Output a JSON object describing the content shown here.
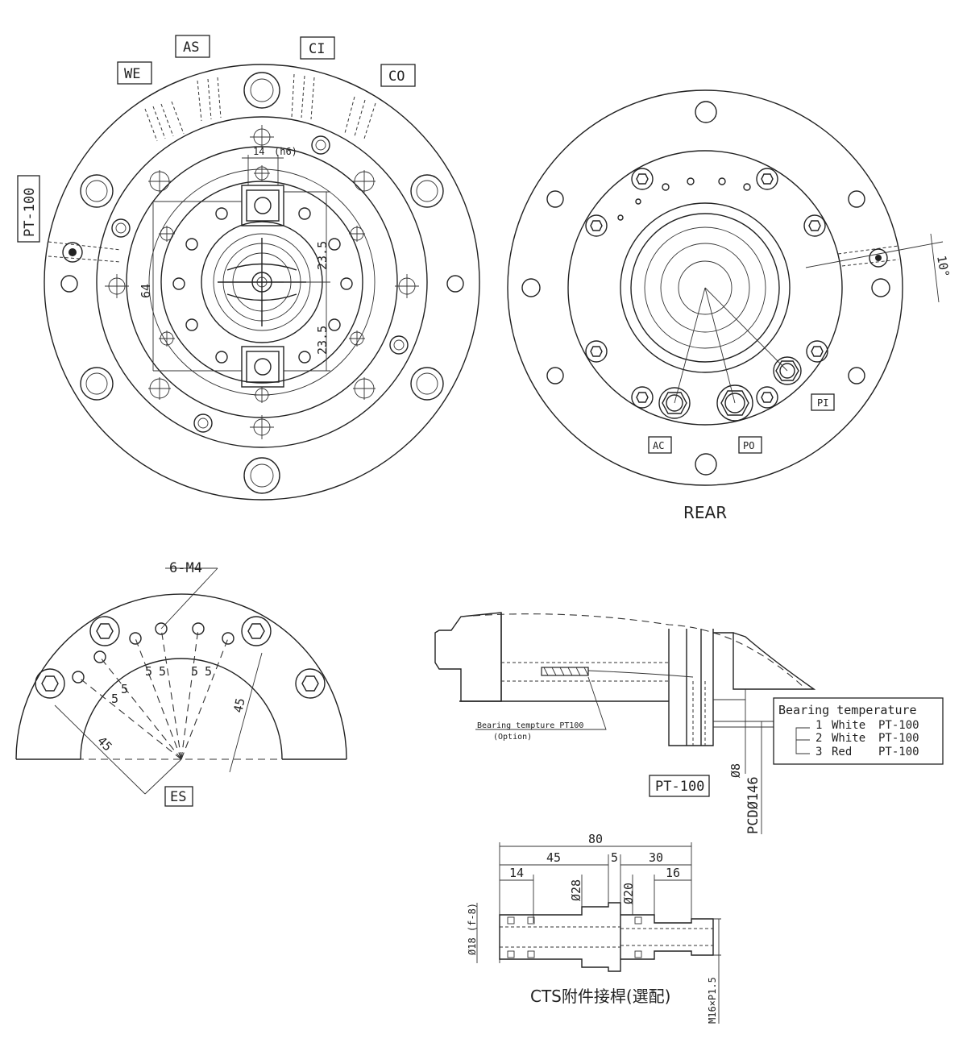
{
  "front_view": {
    "port_labels": [
      "WE",
      "AS",
      "CI",
      "CO"
    ],
    "pt100_label": "PT-100",
    "dims": {
      "d64": "64",
      "d23_5_top": "23.5",
      "d23_5_bottom": "23.5",
      "d14": "14",
      "fit": "(h6)"
    }
  },
  "rear_view": {
    "title": "REAR",
    "port_labels": [
      "AC",
      "PO",
      "PI"
    ],
    "angle": "10°"
  },
  "sector_view": {
    "thread_label": "6-M4",
    "es_label": "ES",
    "dims": [
      "5",
      "5",
      "5",
      "5",
      "5",
      "5",
      "45",
      "45"
    ]
  },
  "side_view": {
    "pt100_label": "PT-100",
    "bearing_note": "Bearing tempture PT100",
    "option": "(Option)",
    "legend_title": "Bearing temperature",
    "legend_items": [
      {
        "num": "1",
        "color": "White",
        "sensor": "PT-100"
      },
      {
        "num": "2",
        "color": "White",
        "sensor": "PT-100"
      },
      {
        "num": "3",
        "color": "Red",
        "sensor": "PT-100"
      }
    ],
    "d8": "Ø8",
    "pcd": "PCDØ146"
  },
  "fitting": {
    "title": "CTS附件接桿(選配)",
    "dims": {
      "total": "80",
      "d45": "45",
      "d5": "5",
      "d30": "30",
      "d14": "14",
      "d16": "16",
      "dia28": "Ø28",
      "dia20": "Ø20",
      "dia18": "Ø18 (f-8)",
      "thread": "M16×P1.5"
    }
  }
}
